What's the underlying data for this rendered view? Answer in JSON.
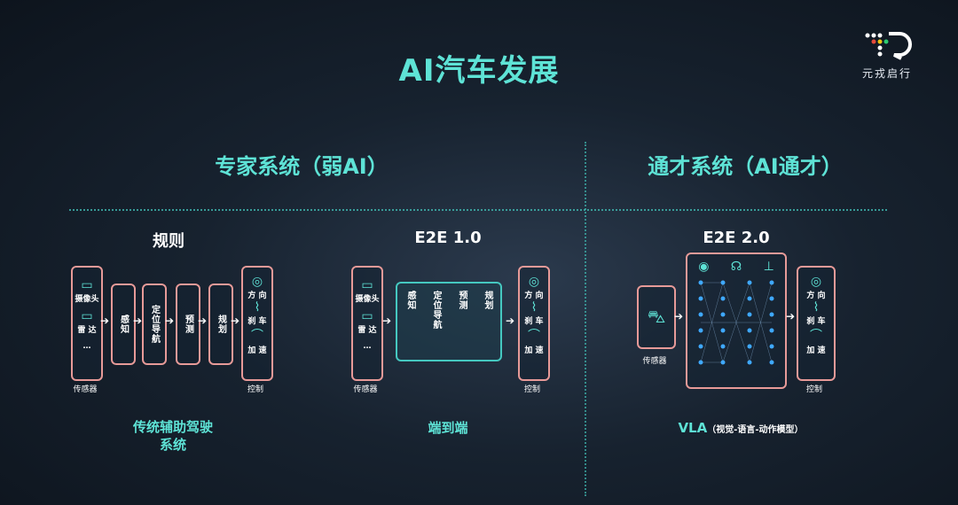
{
  "title": "AI汽车发展",
  "logo": {
    "text": "元戎启行"
  },
  "sections": {
    "expert": "专家系统（弱AI）",
    "general": "通才系统（AI通才）"
  },
  "columns": {
    "rules": {
      "label": "规则",
      "sensors": {
        "camera": "摄像头",
        "radar": "雷 达",
        "more": "…",
        "caption": "传感器"
      },
      "steps": [
        "感知",
        "定位导航",
        "预测",
        "规划"
      ],
      "control": {
        "steer": "方 向",
        "brake": "刹 车",
        "accel": "加 速",
        "caption": "控制"
      },
      "bottom": "传统辅助驾驶系统",
      "bottom_line1": "传统辅助驾驶",
      "bottom_line2": "系统"
    },
    "e2e1": {
      "label": "E2E 1.0",
      "sensors": {
        "camera": "摄像头",
        "radar": "雷 达",
        "more": "…",
        "caption": "传感器"
      },
      "steps": [
        "感知",
        "定位导航",
        "预测",
        "规划"
      ],
      "control": {
        "steer": "方 向",
        "brake": "刹 车",
        "accel": "加 速",
        "caption": "控制"
      },
      "bottom": "端到端"
    },
    "e2e2": {
      "label": "E2E 2.0",
      "sensor_caption": "传感器",
      "control": {
        "steer": "方 向",
        "brake": "刹 车",
        "accel": "加 速",
        "caption": "控制"
      },
      "bottom_main": "VLA",
      "bottom_sub": "（视觉-语言-动作模型）"
    }
  },
  "colors": {
    "accent": "#5ee3d6",
    "box_border": "#e79a98",
    "nn_node": "#3fa9ff"
  }
}
